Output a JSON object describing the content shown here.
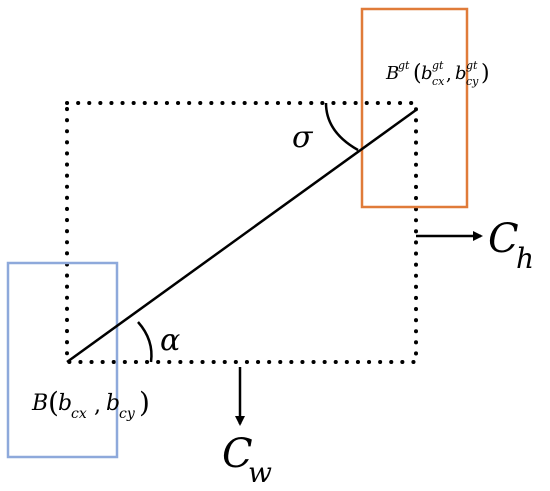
{
  "diagram": {
    "colors": {
      "predicted_box": "#8ea9db",
      "ground_truth_box": "#e07b39",
      "ink": "#000000",
      "background": "#ffffff"
    },
    "labels": {
      "gt_B": "B",
      "gt_B_sup": "gt",
      "gt_open": "(",
      "gt_b1": "b",
      "gt_b1_sup": "gt",
      "gt_b1_sub": "cx",
      "gt_comma": ",",
      "gt_b2": "b",
      "gt_b2_sup": "gt",
      "gt_b2_sub": "cy",
      "gt_close": ")",
      "pred_B": "B",
      "pred_open": "(",
      "pred_b1": "b",
      "pred_b1_sub": "cx",
      "pred_comma": ",",
      "pred_b2": "b",
      "pred_b2_sub": "cy",
      "pred_close": ")",
      "sigma": "σ",
      "alpha": "α",
      "ch_C": "C",
      "ch_sub": "h",
      "cw_C": "C",
      "cw_sub": "w"
    }
  }
}
